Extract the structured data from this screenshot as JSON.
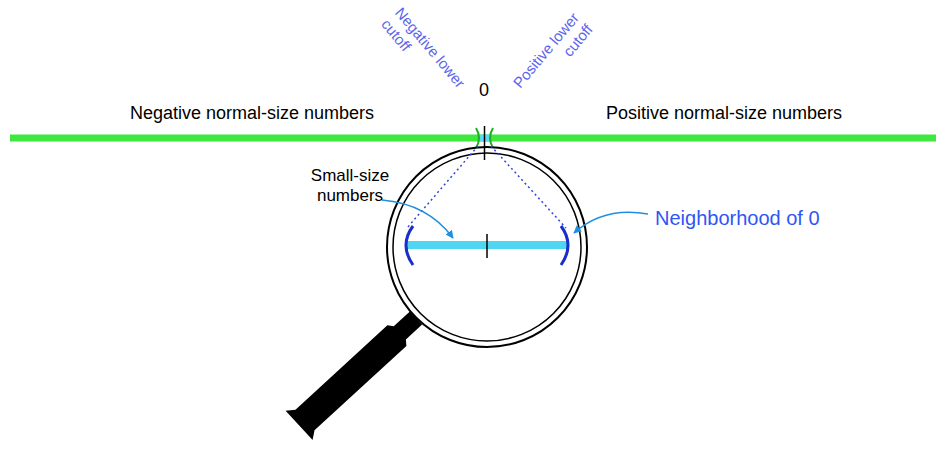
{
  "diagram": {
    "labels": [
      "Negative lower cutoff",
      "Positive lower cutoff",
      "0",
      "Negative normal-size numbers",
      "Positive normal-size numbers",
      "Small-size numbers",
      "Neighborhood of 0"
    ]
  }
}
